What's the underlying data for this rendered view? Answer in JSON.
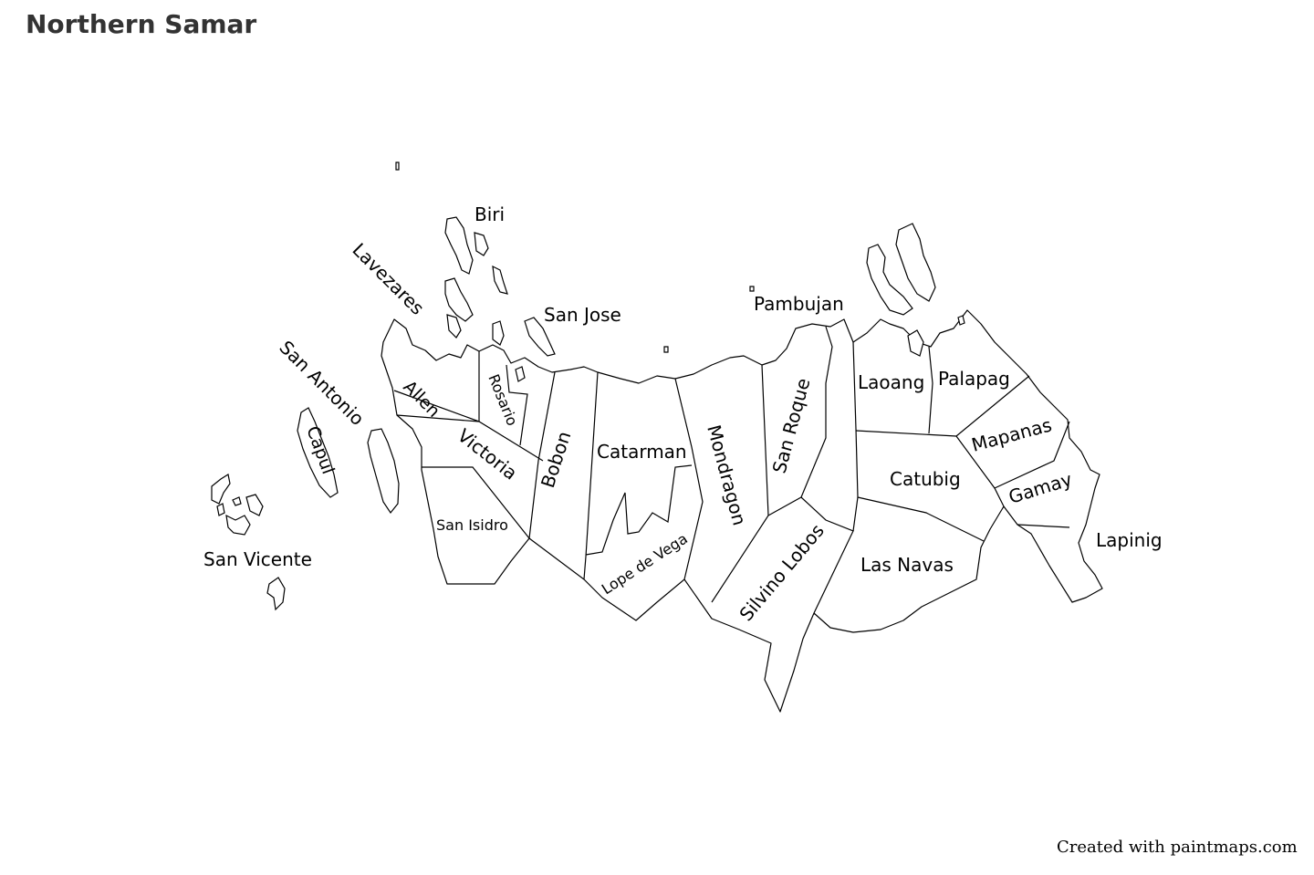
{
  "title": "Northern Samar",
  "credit": "Created with paintmaps.com",
  "map": {
    "fill_color": "#ffffff",
    "stroke_color": "#000000",
    "municipalities": [
      {
        "key": "biri",
        "name": "Biri"
      },
      {
        "key": "lavezares",
        "name": "Lavezares"
      },
      {
        "key": "san_jose",
        "name": "San Jose"
      },
      {
        "key": "san_antonio",
        "name": "San Antonio"
      },
      {
        "key": "allen",
        "name": "Allen"
      },
      {
        "key": "rosario",
        "name": "Rosario"
      },
      {
        "key": "victoria",
        "name": "Victoria"
      },
      {
        "key": "capul",
        "name": "Capul"
      },
      {
        "key": "bobon",
        "name": "Bobon"
      },
      {
        "key": "catarman",
        "name": "Catarman"
      },
      {
        "key": "mondragon",
        "name": "Mondragon"
      },
      {
        "key": "san_roque",
        "name": "San Roque"
      },
      {
        "key": "pambujan",
        "name": "Pambujan"
      },
      {
        "key": "laoang",
        "name": "Laoang"
      },
      {
        "key": "palapag",
        "name": "Palapag"
      },
      {
        "key": "mapanas",
        "name": "Mapanas"
      },
      {
        "key": "catubig",
        "name": "Catubig"
      },
      {
        "key": "gamay",
        "name": "Gamay"
      },
      {
        "key": "lapinig",
        "name": "Lapinig"
      },
      {
        "key": "las_navas",
        "name": "Las Navas"
      },
      {
        "key": "silvino_lobos",
        "name": "Silvino Lobos"
      },
      {
        "key": "lope_de_vega",
        "name": "Lope de Vega"
      },
      {
        "key": "san_isidro",
        "name": "San Isidro"
      },
      {
        "key": "san_vicente",
        "name": "San Vicente"
      }
    ]
  }
}
